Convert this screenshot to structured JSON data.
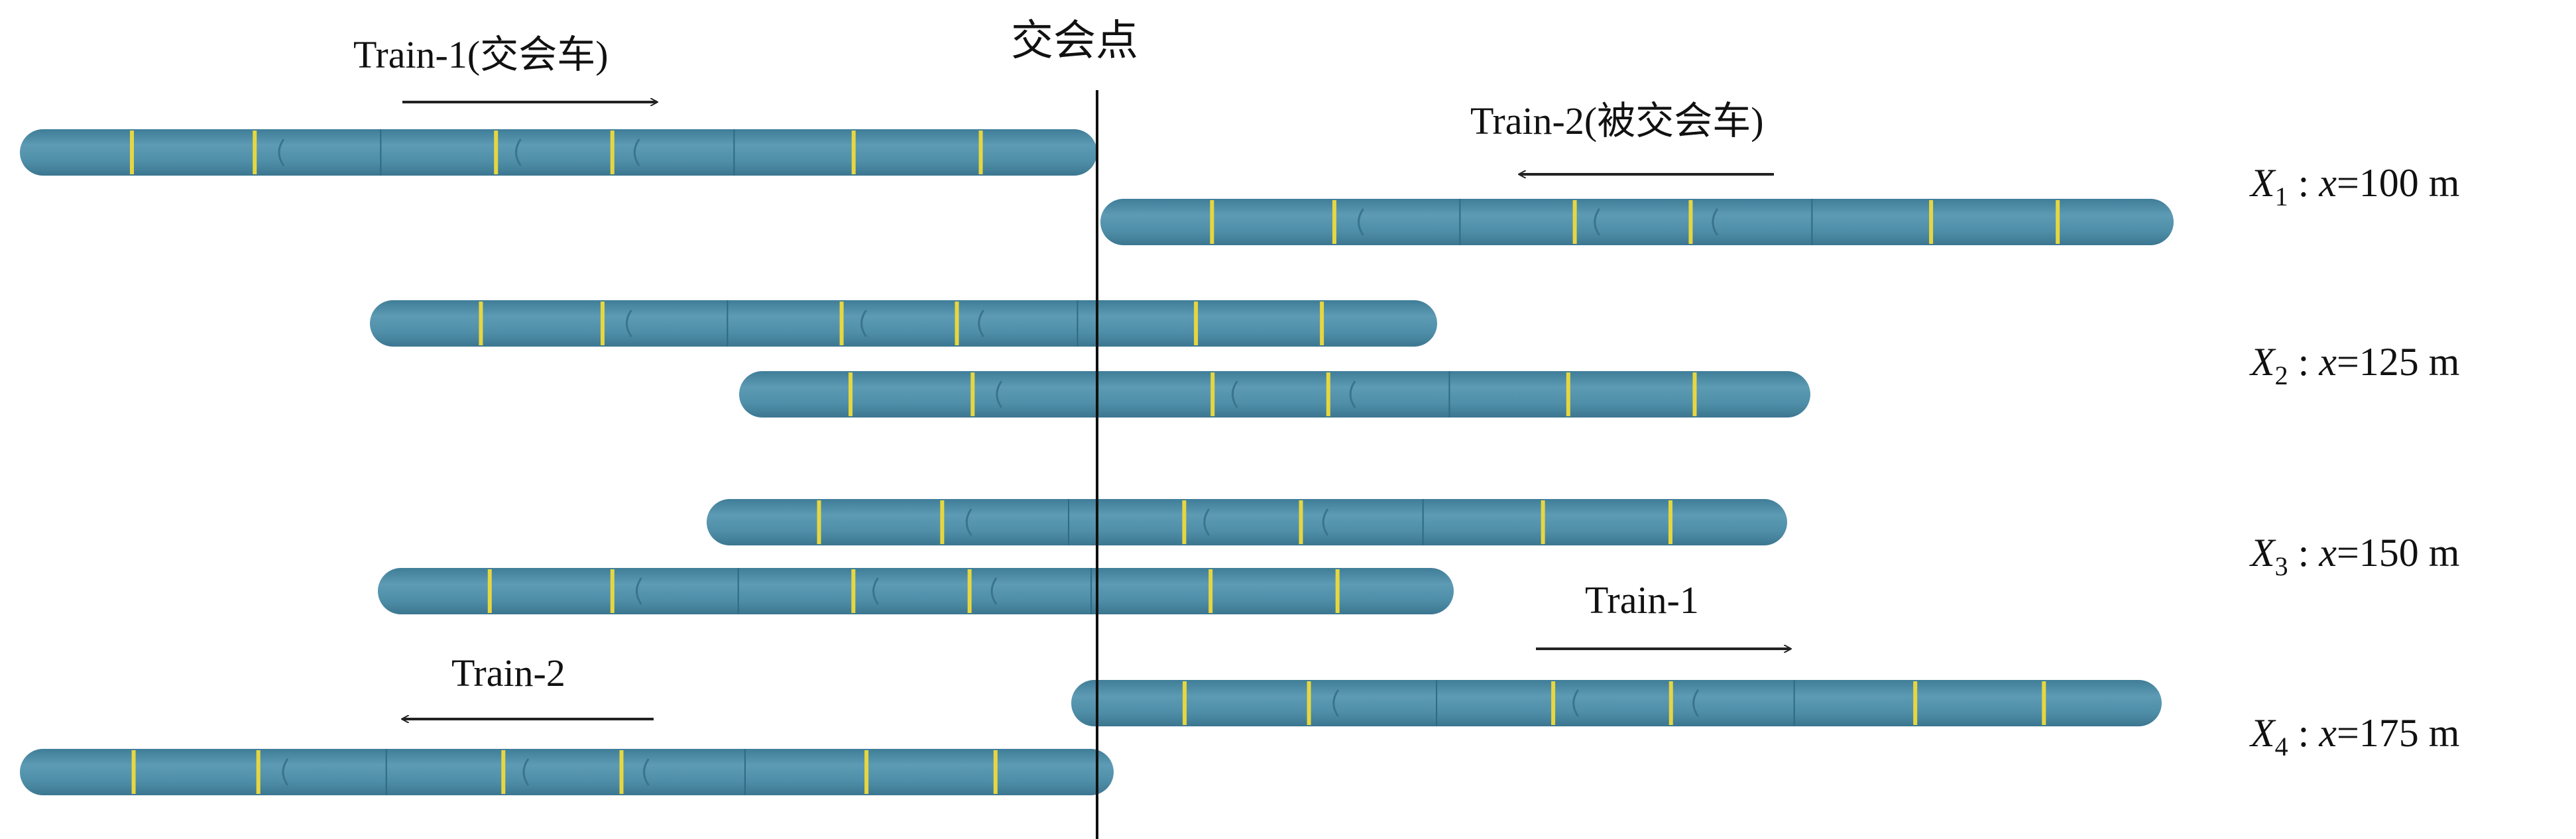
{
  "meeting_point_label": "交会点",
  "train_labels": {
    "train1_meeting": "Train-1(交会车)",
    "train2_met": "Train-2(被交会车)",
    "train1": "Train-1",
    "train2": "Train-2"
  },
  "positions": [
    {
      "symbol": "X",
      "sub": "1",
      "sep": " : ",
      "var": "x",
      "value": "=100 m"
    },
    {
      "symbol": "X",
      "sub": "2",
      "sep": " : ",
      "var": "x",
      "value": "=125 m"
    },
    {
      "symbol": "X",
      "sub": "3",
      "sep": " : ",
      "var": "x",
      "value": "=150 m"
    },
    {
      "symbol": "X",
      "sub": "4",
      "sep": " : ",
      "var": "x",
      "value": "=175 m"
    }
  ],
  "colors": {
    "train_body": "#4f8ea8",
    "stripe": "#e6d640",
    "line": "#111111"
  }
}
